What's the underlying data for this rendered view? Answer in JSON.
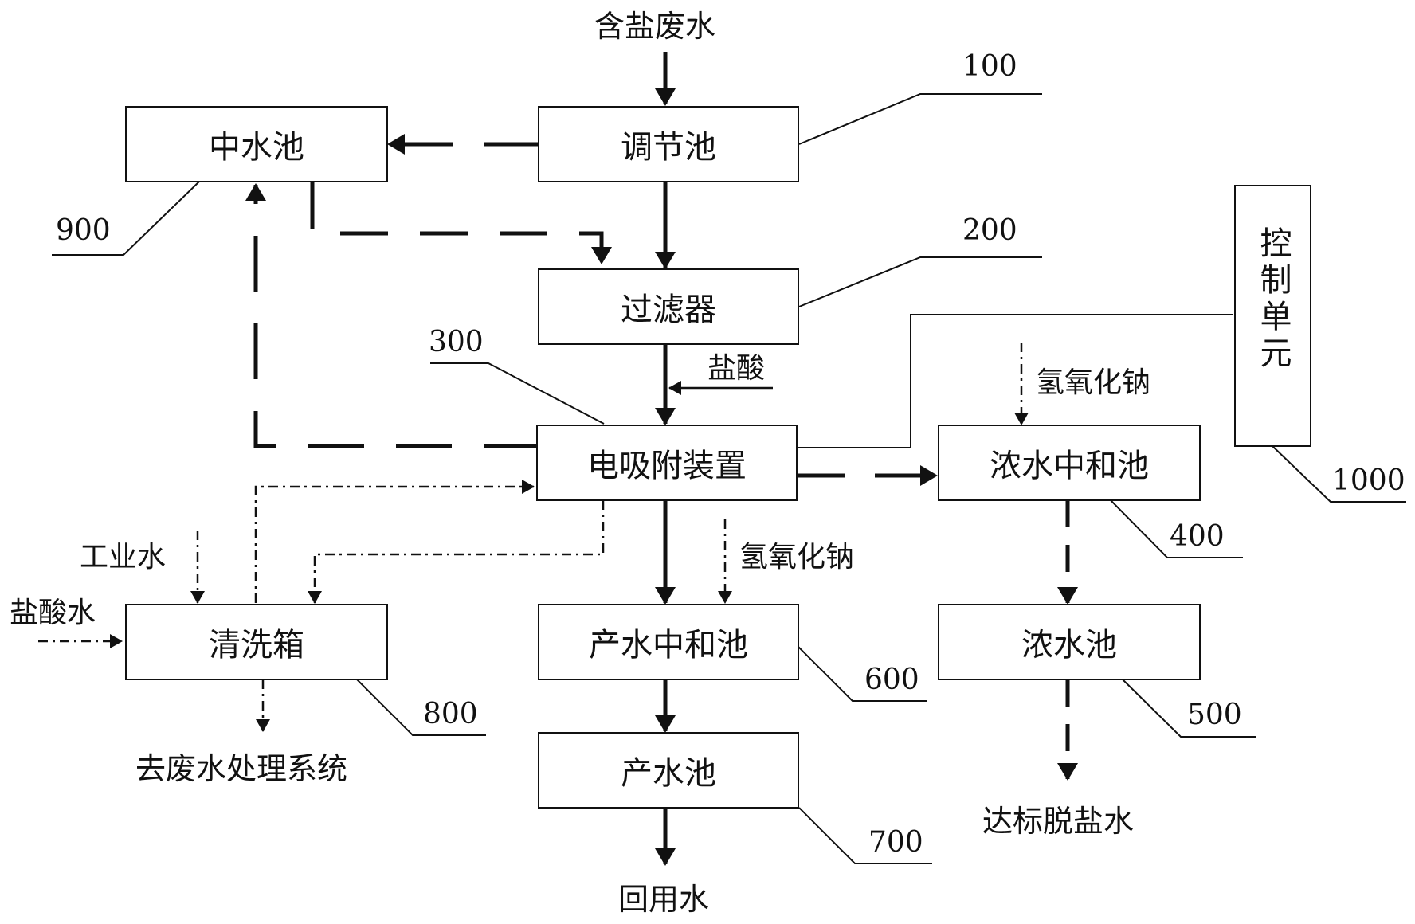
{
  "diagram": {
    "boxes": {
      "regulating_tank": "调节池",
      "middle_water_tank": "中水池",
      "filter": "过滤器",
      "electrosorption_device": "电吸附装置",
      "concentrate_neutralization_tank": "浓水中和池",
      "concentrate_tank": "浓水池",
      "product_neutralization_tank": "产水中和池",
      "product_tank": "产水池",
      "cleaning_tank": "清洗箱",
      "control_unit": "控制单元"
    },
    "labels": {
      "saline_wastewater": "含盐废水",
      "hydrochloric_acid": "盐酸",
      "naoh_top": "氢氧化钠",
      "naoh_middle": "氢氧化钠",
      "industrial_water": "工业水",
      "hydrochloric_acid_water": "盐酸水",
      "to_wastewater_system": "去废水处理系统",
      "reuse_water": "回用水",
      "qualified_desalted_water": "达标脱盐水"
    },
    "refs": {
      "r100": "100",
      "r200": "200",
      "r300": "300",
      "r400": "400",
      "r500": "500",
      "r600": "600",
      "r700": "700",
      "r800": "800",
      "r900": "900",
      "r1000": "1000"
    }
  }
}
